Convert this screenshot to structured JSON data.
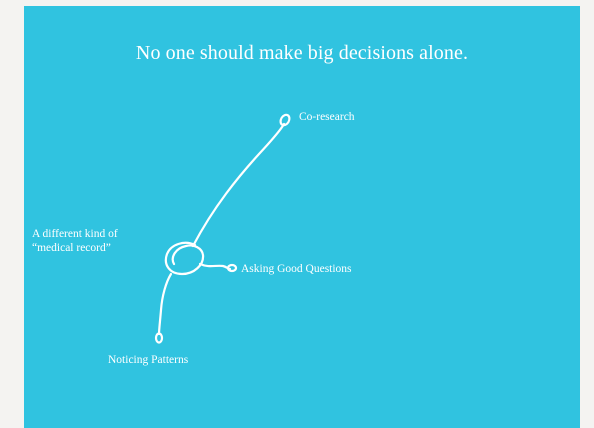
{
  "slide": {
    "title": "No one should make big decisions alone.",
    "background_color": "#30c3e0",
    "ink_color": "#ffffff"
  },
  "diagram": {
    "center": {
      "label_line1": "A different kind of",
      "label_line2": "“medical record”"
    },
    "branches": [
      {
        "label": "Co-research"
      },
      {
        "label": "Asking Good Questions"
      },
      {
        "label": "Noticing Patterns"
      }
    ]
  }
}
